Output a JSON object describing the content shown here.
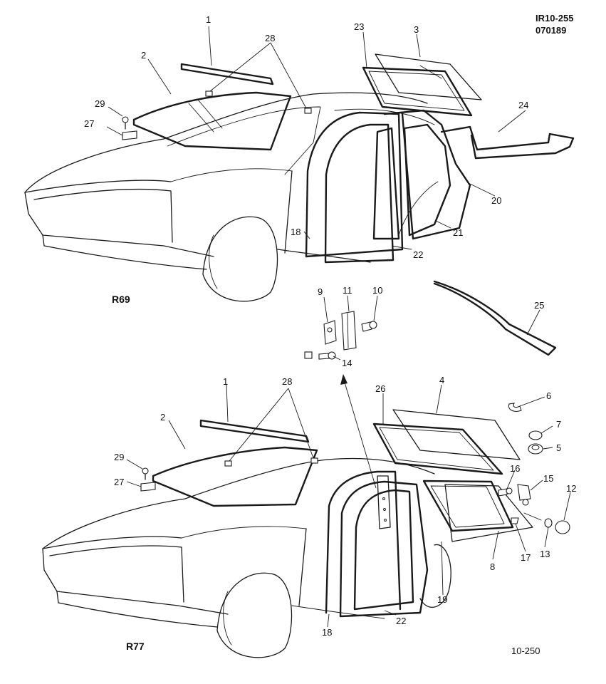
{
  "header": {
    "code1": "IR10-255",
    "code2": "070189"
  },
  "footer": {
    "ref": "10-250"
  },
  "views": {
    "top": "R69",
    "bottom": "R77"
  },
  "callouts": {
    "c1": "1",
    "c2": "2",
    "c3": "3",
    "c4": "4",
    "c5": "5",
    "c6": "6",
    "c7": "7",
    "c8": "8",
    "c9": "9",
    "c10": "10",
    "c11": "11",
    "c12": "12",
    "c13": "13",
    "c14": "14",
    "c15": "15",
    "c16": "16",
    "c17": "17",
    "c18": "18",
    "c19": "19",
    "c20": "20",
    "c21": "21",
    "c22": "22",
    "c23": "23",
    "c24": "24",
    "c25": "25",
    "c26": "26",
    "c27": "27",
    "c28": "28",
    "c29": "29"
  }
}
